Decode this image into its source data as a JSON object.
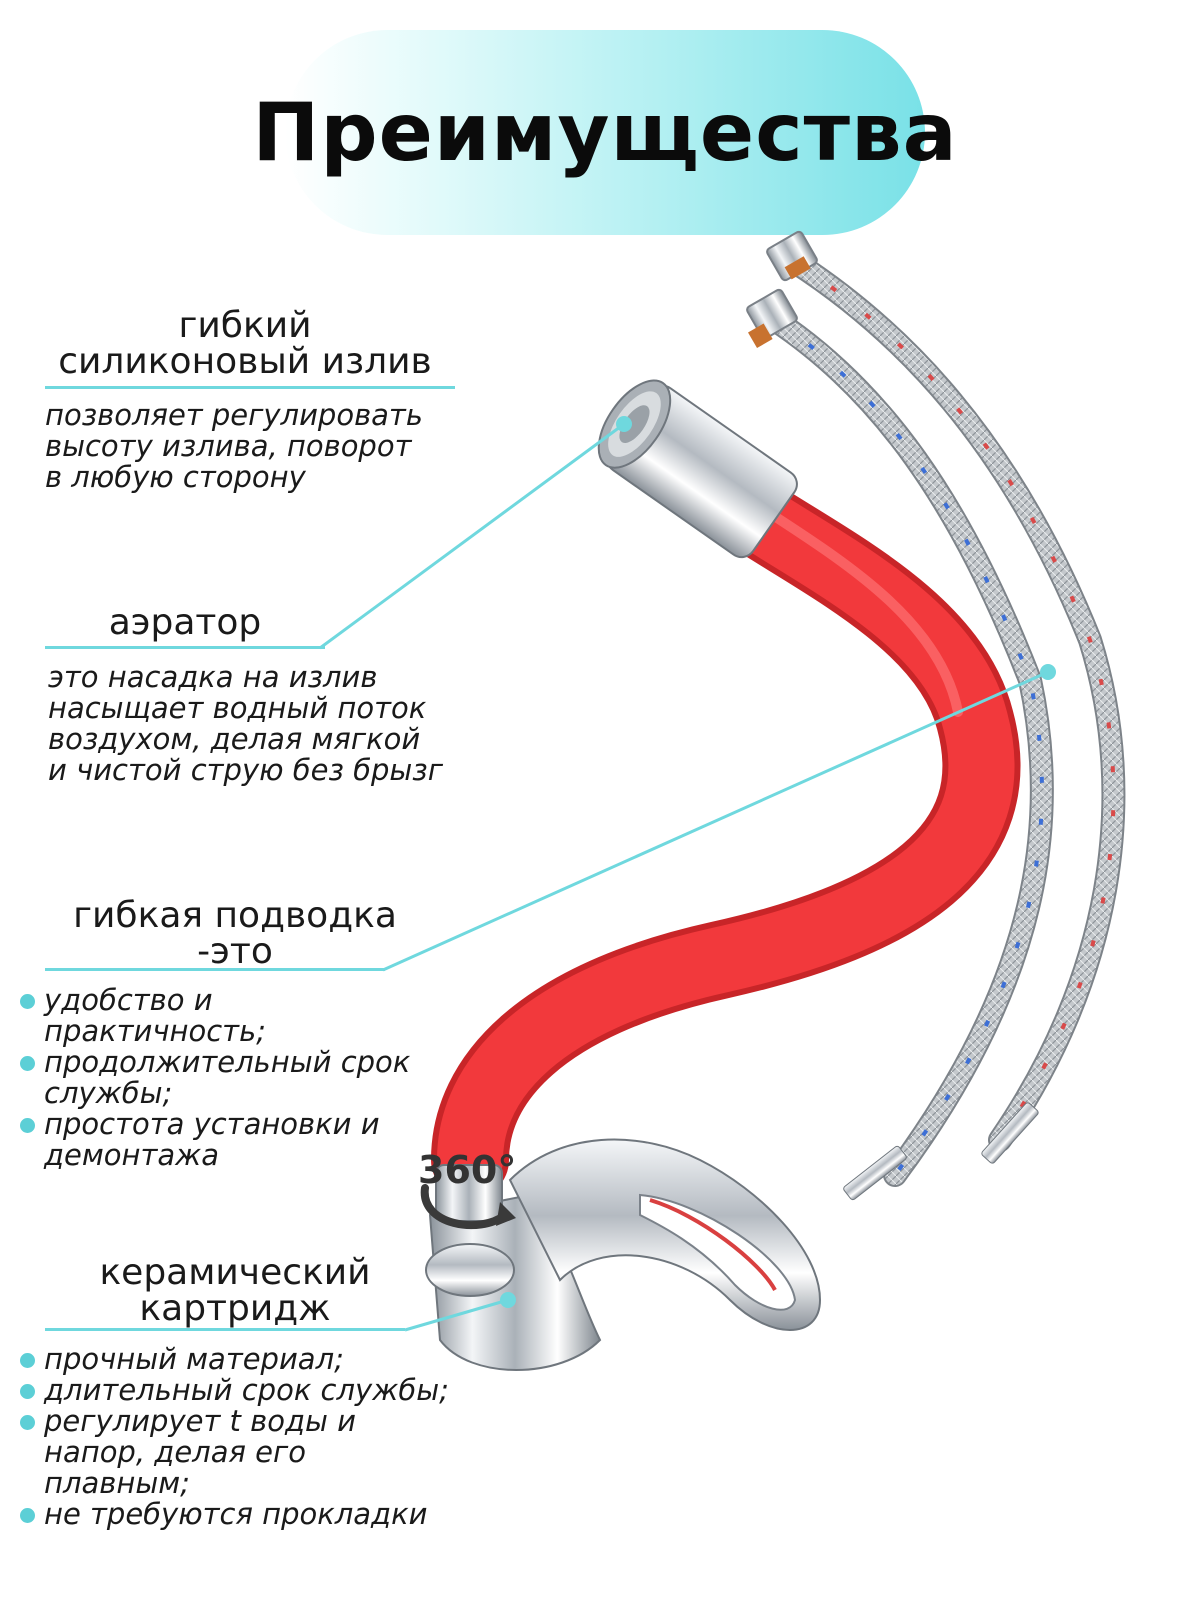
{
  "title": "Преимущества",
  "badge": "360°",
  "features": [
    {
      "heading_lines": [
        "гибкий",
        "силиконовый излив"
      ],
      "description_lines": [
        "позволяет регулировать",
        "высоту излива, поворот",
        "в любую сторону"
      ]
    },
    {
      "heading_lines": [
        "аэратор"
      ],
      "description_lines": [
        "это насадка на излив",
        "насыщает водный поток",
        "воздухом, делая мягкой",
        "и чистой струю без брызг"
      ]
    },
    {
      "heading_lines": [
        "гибкая подводка",
        "-это"
      ],
      "bullets": [
        "удобство и практичность;",
        "продолжительный срок службы;",
        "простота установки и демонтажа"
      ]
    },
    {
      "heading_lines": [
        "керамический",
        "картридж"
      ],
      "bullets": [
        "прочный материал;",
        "длительный срок службы;",
        "регулирует t воды и напор, делая его плавным;",
        "не требуются прокладки"
      ]
    }
  ],
  "colors": {
    "accent": "#6fd8de",
    "spout": "#f2393c",
    "chrome": "#c9ced3",
    "hose_red": "#d94a4a",
    "hose_blue": "#3d6fd6"
  }
}
